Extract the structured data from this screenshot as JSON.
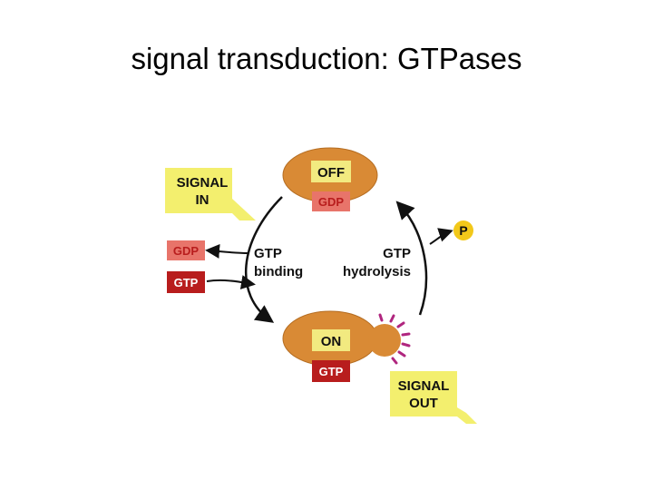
{
  "slide": {
    "title": "signal transduction: GTPases"
  },
  "diagram": {
    "signal_in": [
      "SIGNAL",
      "IN"
    ],
    "signal_out": [
      "SIGNAL",
      "OUT"
    ],
    "off_state": "OFF",
    "on_state": "ON",
    "gdp_bound": "GDP",
    "gtp_bound": "GTP",
    "gdp_released": "GDP",
    "gtp_incoming": "GTP",
    "left_label": [
      "GTP",
      "binding"
    ],
    "right_label": [
      "GTP",
      "hydrolysis"
    ],
    "phosphate": "P",
    "colors": {
      "protein": "#d98a35",
      "state_box": "#f2ea80",
      "gdp_box": "#e8746a",
      "gtp_box": "#b81d1d",
      "signal_box": "#f3ef6e",
      "phosphate": "#f2c81a",
      "spark": "#b0267f"
    }
  }
}
